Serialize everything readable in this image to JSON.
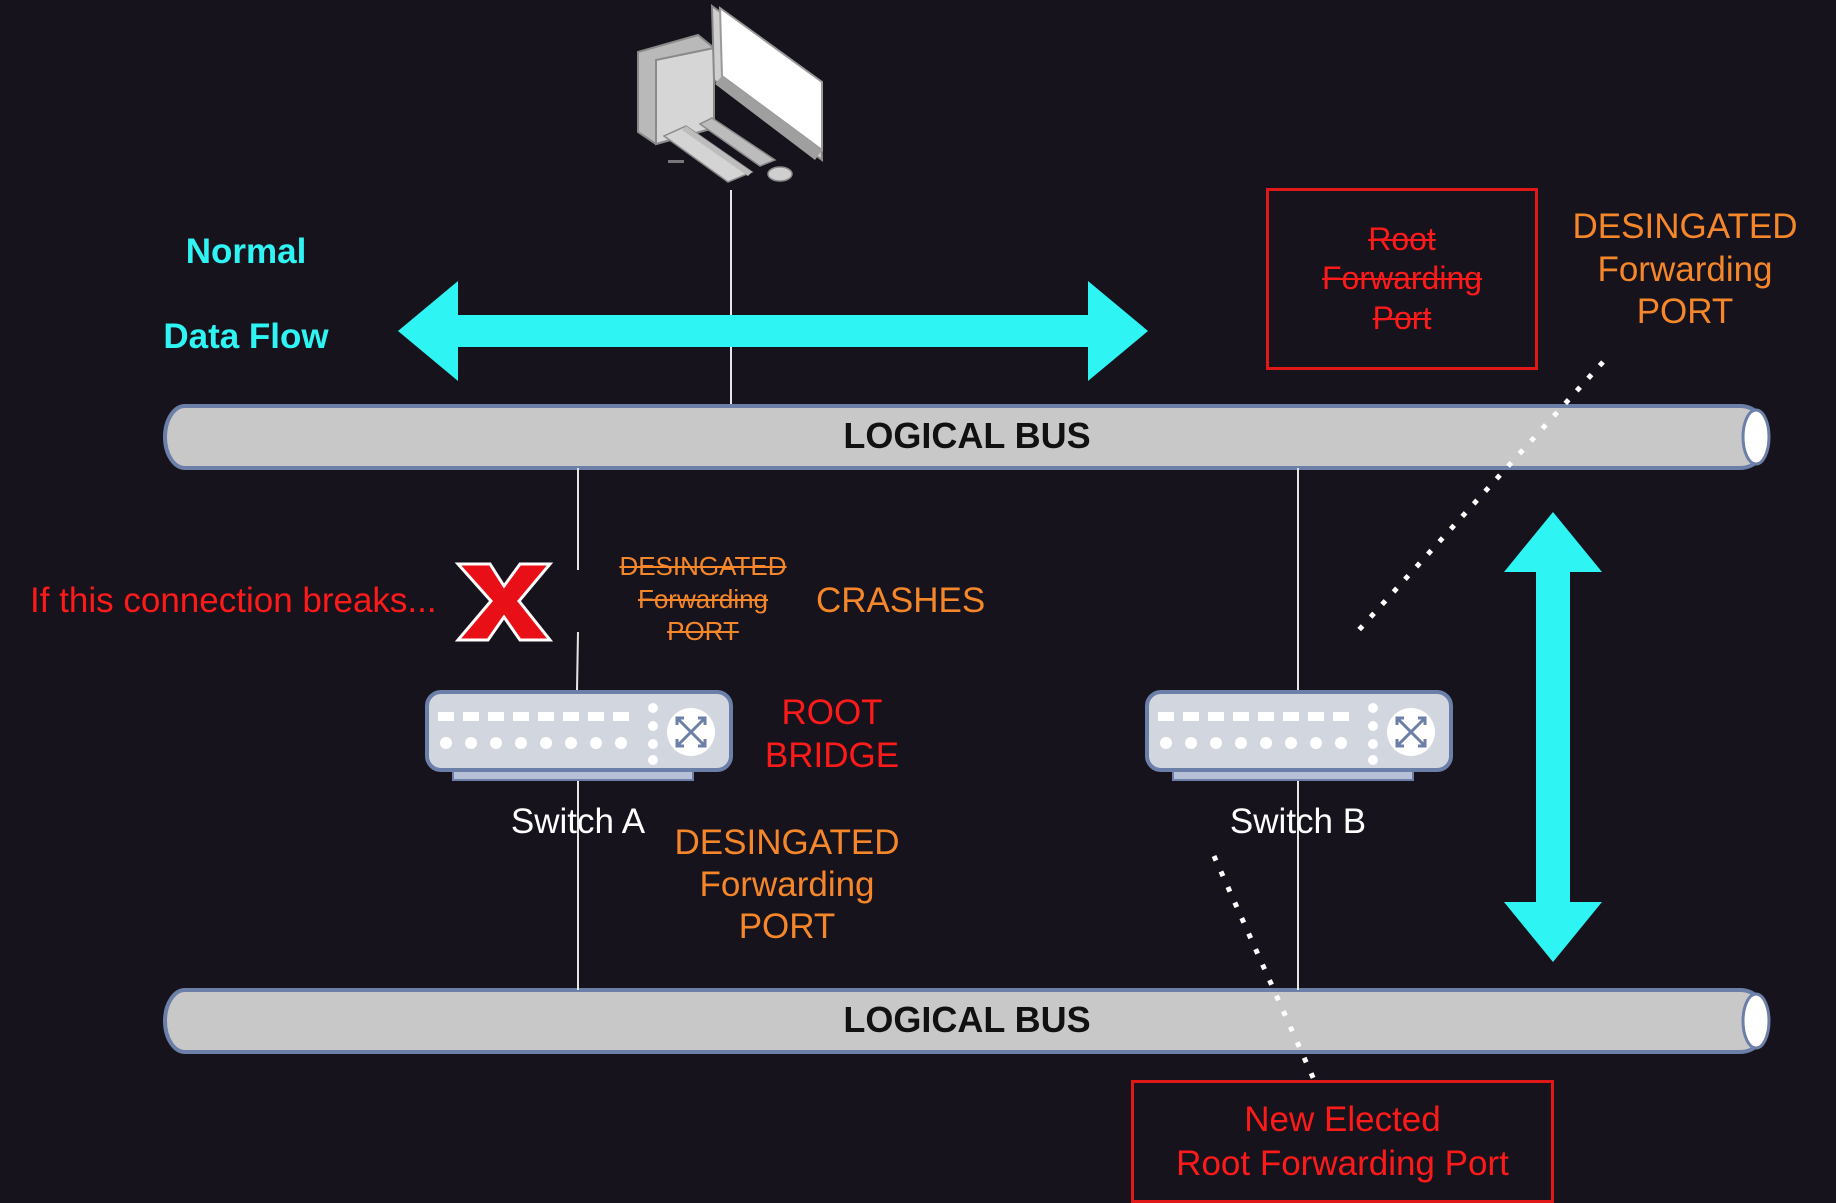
{
  "normal_flow": {
    "line1": "Normal",
    "line2": "Data Flow"
  },
  "top_bus": {
    "label": "LOGICAL BUS"
  },
  "bottom_bus": {
    "label": "LOGICAL BUS"
  },
  "old_root_port_box": {
    "text": "Root\nForwarding\nPort"
  },
  "top_right_port": {
    "text": "DESINGATED\nForwarding\nPORT"
  },
  "break_note": {
    "text": "If this connection breaks..."
  },
  "crossed_port": {
    "text": "DESINGATED\nForwarding\nPORT"
  },
  "crashes": {
    "text": "CRASHES"
  },
  "root_bridge": {
    "text": "ROOT\nBRIDGE"
  },
  "switch_a": {
    "label": "Switch A"
  },
  "switch_b": {
    "label": "Switch B"
  },
  "bottom_port": {
    "text": "DESINGATED\nForwarding\nPORT"
  },
  "new_root_box": {
    "text": "New Elected\nRoot Forwarding Port"
  },
  "colors": {
    "background": "#16131c",
    "arrow": "#2ff4f4",
    "bus_fill": "#c8c8c8",
    "bus_border": "#6b7fa8",
    "alert_red": "#ff1a1a",
    "port_orange": "#f5872a"
  }
}
